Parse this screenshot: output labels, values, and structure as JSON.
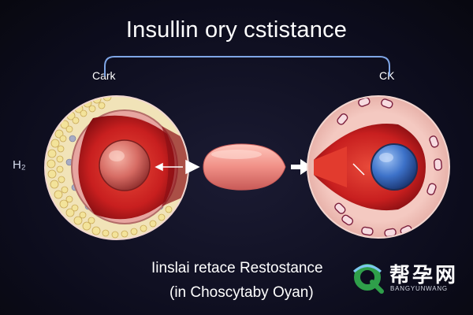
{
  "title": "Insullin ory cstistance",
  "label_left": "Cark",
  "label_right": "CK",
  "label_side": "H₂",
  "caption_line1": "Iinslai retace Restostance",
  "caption_line2": "(in Choscytaby Oyan)",
  "watermark": {
    "text": "帮孕网",
    "subtitle": "BANGYUNWANG"
  },
  "colors": {
    "background": "#0d0d1e",
    "tissue_red": "#c81f1f",
    "fat_yellow": "#f3e39a",
    "nucleus_blue": "#3d72c9",
    "bracket_blue": "#7fa6e6"
  }
}
